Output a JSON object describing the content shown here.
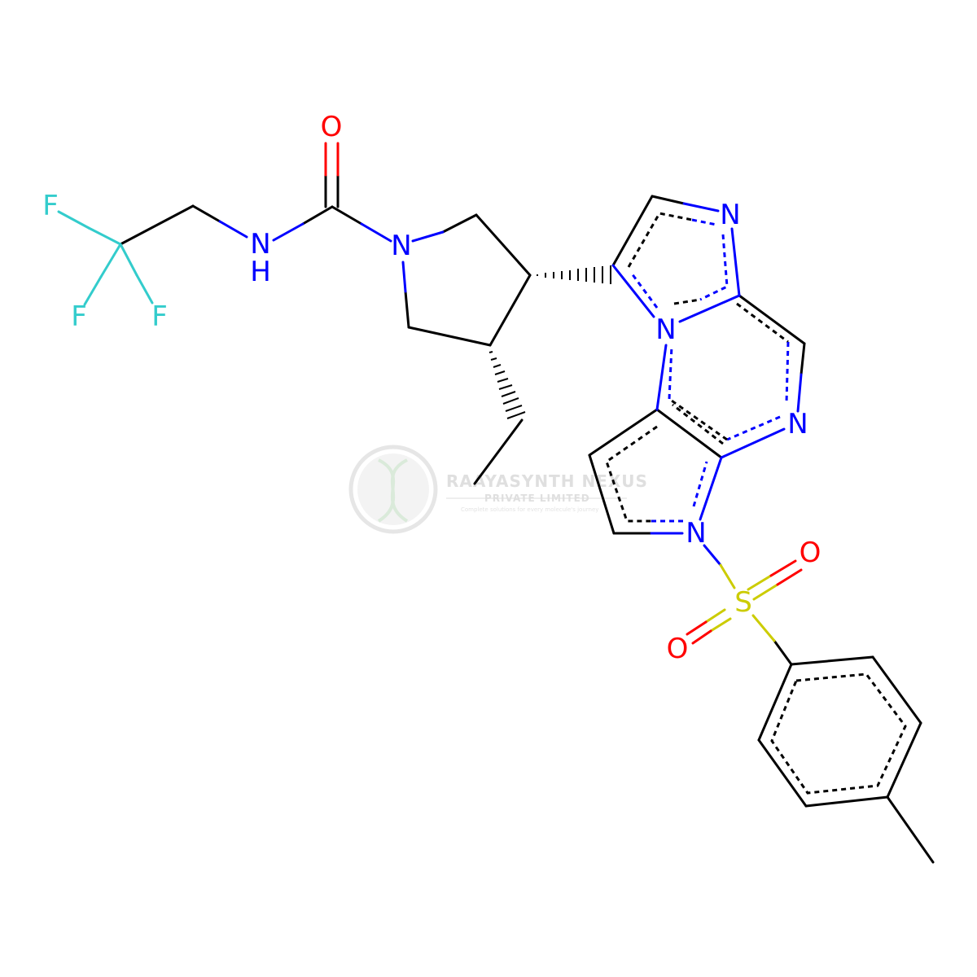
{
  "colors": {
    "bond": "#000000",
    "N": "#0000ff",
    "O": "#ff0000",
    "F": "#33cccc",
    "S": "#cccc00",
    "watermark": "#d8d8d8"
  },
  "atoms": {
    "o_carbonyl": "O",
    "f1": "F",
    "f2": "F",
    "f3": "F",
    "nh_n": "N",
    "nh_h": "H",
    "n_pyrrolidine": "N",
    "n_imid_top": "N",
    "n_imid_bridge": "N",
    "n_pyrazine": "N",
    "n_pyrrole": "N",
    "s_sulfonyl": "S",
    "o_sulf_1": "O",
    "o_sulf_2": "O"
  },
  "watermark": {
    "name": "RAAYASYNTH NEXUS",
    "subtitle": "PRIVATE LIMITED",
    "tagline": "Complete solutions for every molecule's journey"
  }
}
